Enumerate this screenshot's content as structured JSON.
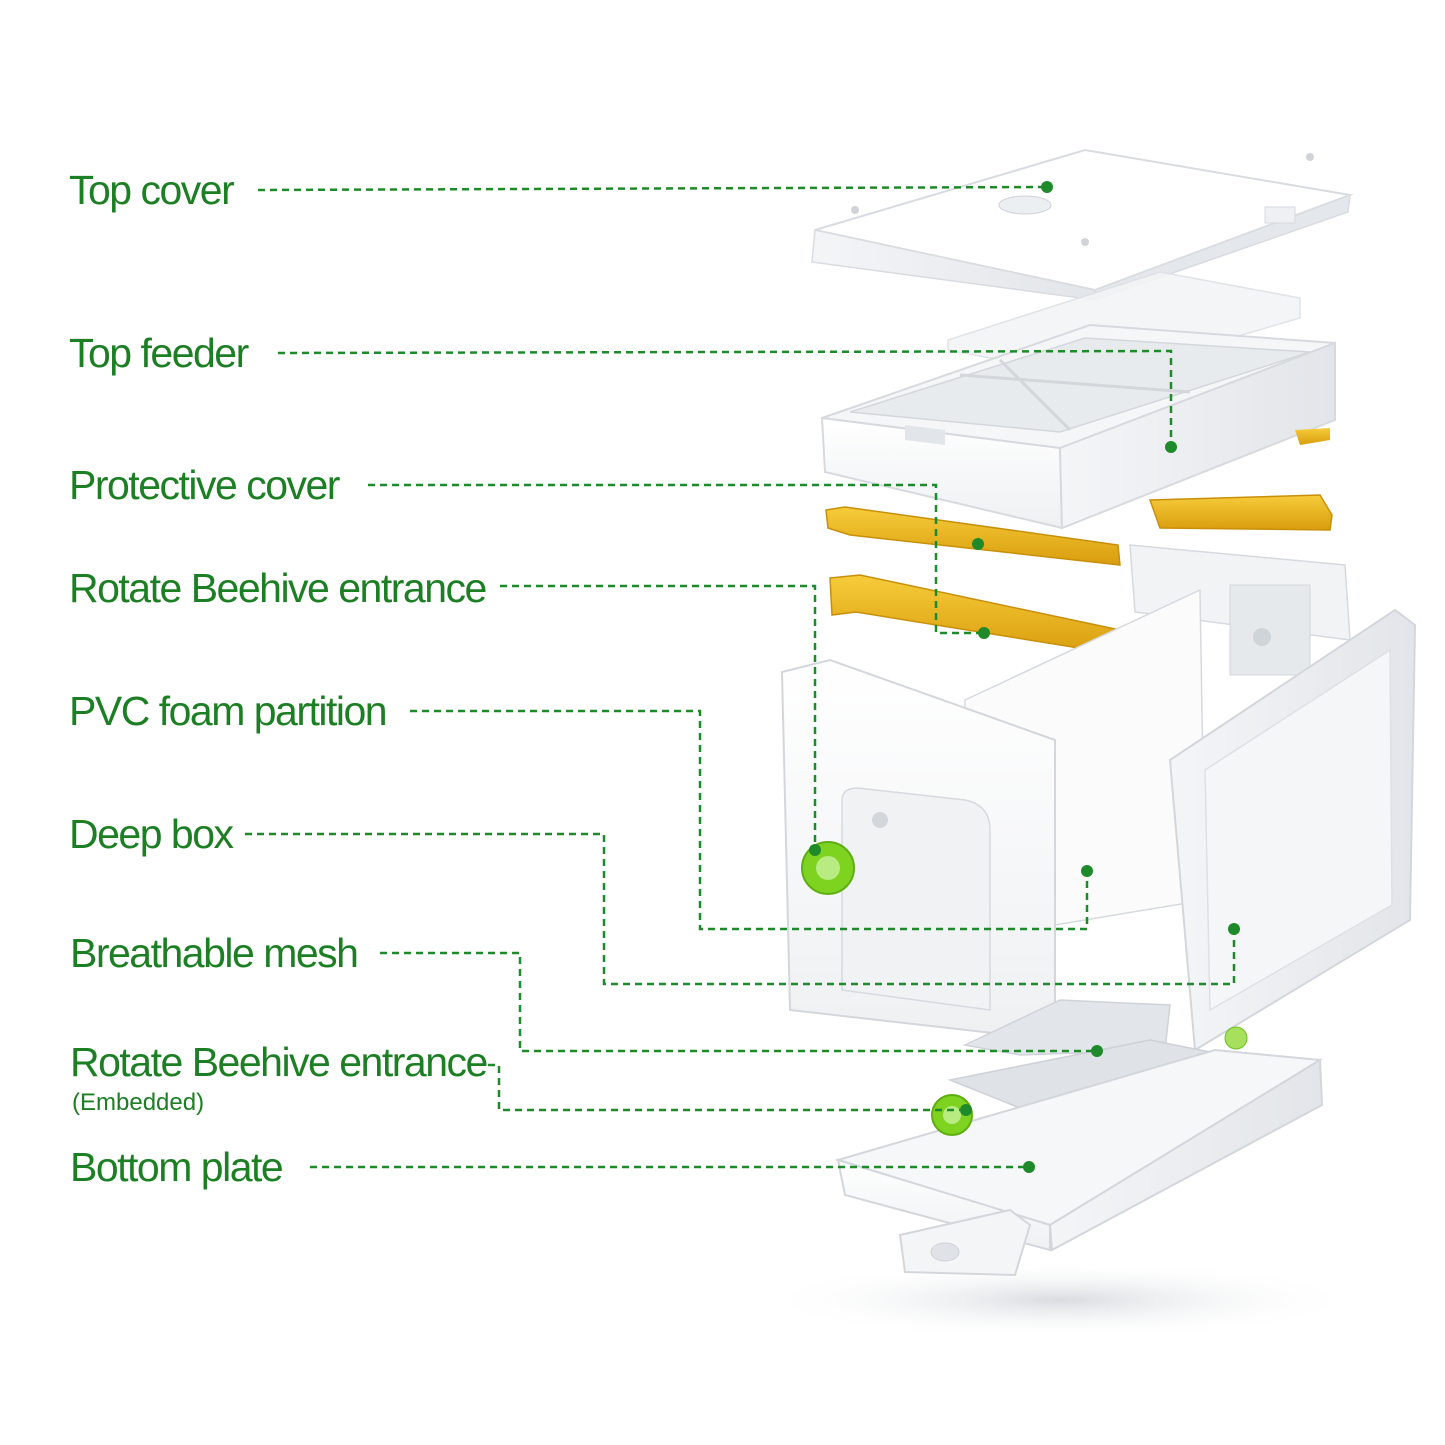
{
  "colors": {
    "label_green": "#1d7f24",
    "leader_green": "#1f8a2a",
    "hive_white": "#ffffff",
    "frame_yellow": "#e8b317",
    "entrance_green": "#7ed321"
  },
  "labels": {
    "top_cover": "Top cover",
    "top_feeder": "Top feeder",
    "protective_cover": "Protective cover",
    "rotate_entrance": "Rotate Beehive entrance",
    "pvc_partition": "PVC foam partition",
    "deep_box": "Deep box",
    "breathable_mesh": "Breathable mesh",
    "rotate_entrance_embedded": "Rotate Beehive entrance",
    "embedded_note": "(Embedded)",
    "bottom_plate": "Bottom plate"
  }
}
